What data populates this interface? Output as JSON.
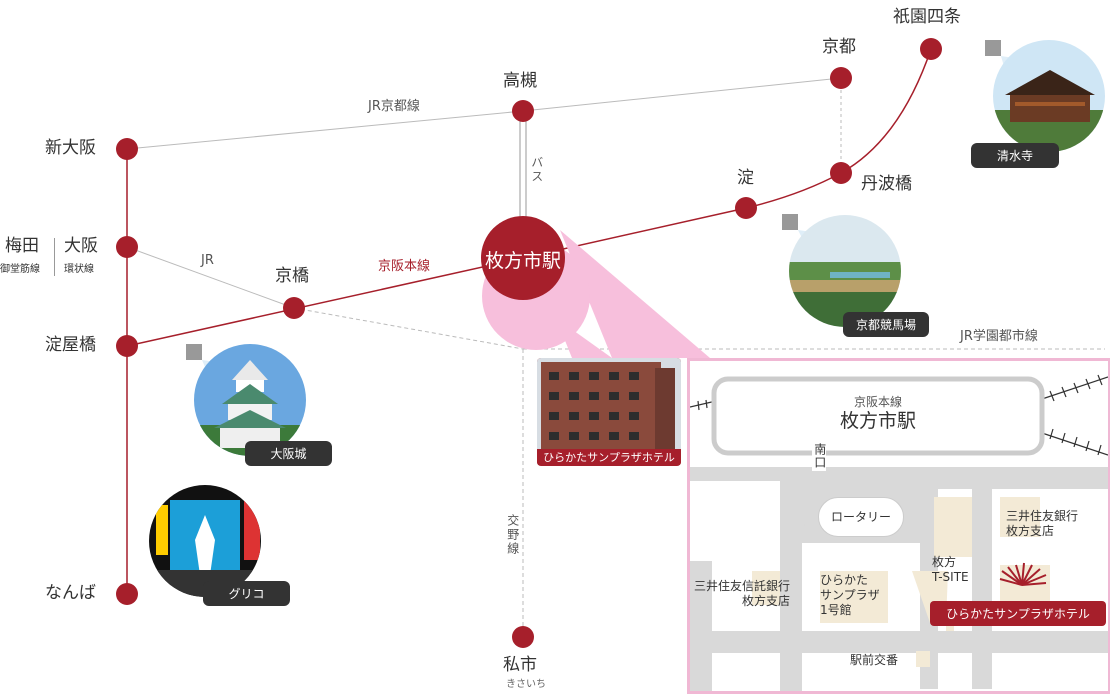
{
  "stations": {
    "gion_shijo": "祇園四条",
    "kyoto": "京都",
    "takatsuki": "高槻",
    "shin_osaka": "新大阪",
    "umeda": "梅田",
    "umeda_sub": "御堂筋線",
    "osaka": "大阪",
    "osaka_sub": "環状線",
    "tambabashi": "丹波橋",
    "yodo": "淀",
    "kyobashi": "京橋",
    "hirakatashi": "枚方市駅",
    "yodoyabashi": "淀屋橋",
    "namba": "なんば",
    "kisaichi": "私市",
    "kisaichi_reading": "きさいち"
  },
  "lines": {
    "jr_kyoto": "JR京都線",
    "bus": "バス",
    "jr": "JR",
    "keihan_main": "京阪本線",
    "jr_gakkentoshi": "JR学園都市線",
    "katano": "交野線"
  },
  "sights": {
    "kiyomizu": "清水寺",
    "kyoto_racecourse": "京都競馬場",
    "osaka_castle": "大阪城",
    "glico": "グリコ"
  },
  "hotel_photo_caption": "ひらかたサンプラザホテル",
  "detail_map": {
    "line_name": "京阪本線",
    "station_name": "枚方市駅",
    "south_exit": "南口",
    "rotary": "ロータリー",
    "smbc_bank": "三井住友銀行\n枚方支店",
    "smtb_bank": "三井住友信託銀行\n枚方支店",
    "sunplaza_bldg1": "ひらかた\nサンプラザ\n1号館",
    "tsite": "枚方\nT-SITE",
    "koban": "駅前交番",
    "hotel_label": "ひらかたサンプラザホテル"
  },
  "colors": {
    "keihan_line": "#a61f2b",
    "jr_line": "#bbbbbb",
    "highlight_pink": "#f7bfdc",
    "detail_border": "#f0b8d4",
    "station_dot": "#a61f2b"
  }
}
